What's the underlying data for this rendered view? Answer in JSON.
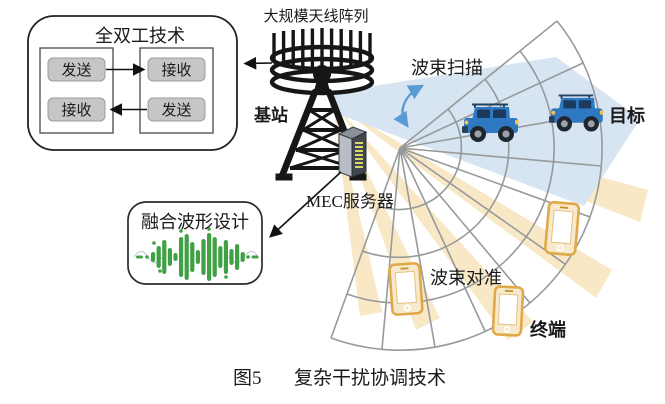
{
  "diagram": {
    "caption": {
      "fig": "图5",
      "text": "复杂干扰协调技术"
    },
    "labels": {
      "antenna_array": "大规模天线阵列",
      "base_station": "基站",
      "mec_server": "MEC服务器",
      "beam_scan": "波束扫描",
      "target": "目标",
      "beam_align": "波束对准",
      "terminal": "终端"
    },
    "full_duplex": {
      "title": "全双工技术",
      "left_top": "发送",
      "left_bottom": "接收",
      "right_top": "接收",
      "right_bottom": "发送"
    },
    "waveform_box": {
      "title": "融合波形设计"
    },
    "icons": {
      "base_station": "lattice-tower-with-circular-antenna-array",
      "mec_server": "server-rack-icon",
      "target": "jeep-icon",
      "terminal": "smartphone-icon",
      "waveform": "green-audio-waveform-icon",
      "beam_scan": "curved-double-arrow-icon"
    },
    "colors": {
      "beam_yellow": "#F9E8C6",
      "beam_blue": "#D7E4F1",
      "fan_line": "#97999B",
      "car_blue": "#2E79C2",
      "phone_tan": "#DFA848",
      "waveform_green": "#3FA044",
      "arrow_blue": "#5B9BD5",
      "button_gray": "#C6C6C6"
    }
  }
}
